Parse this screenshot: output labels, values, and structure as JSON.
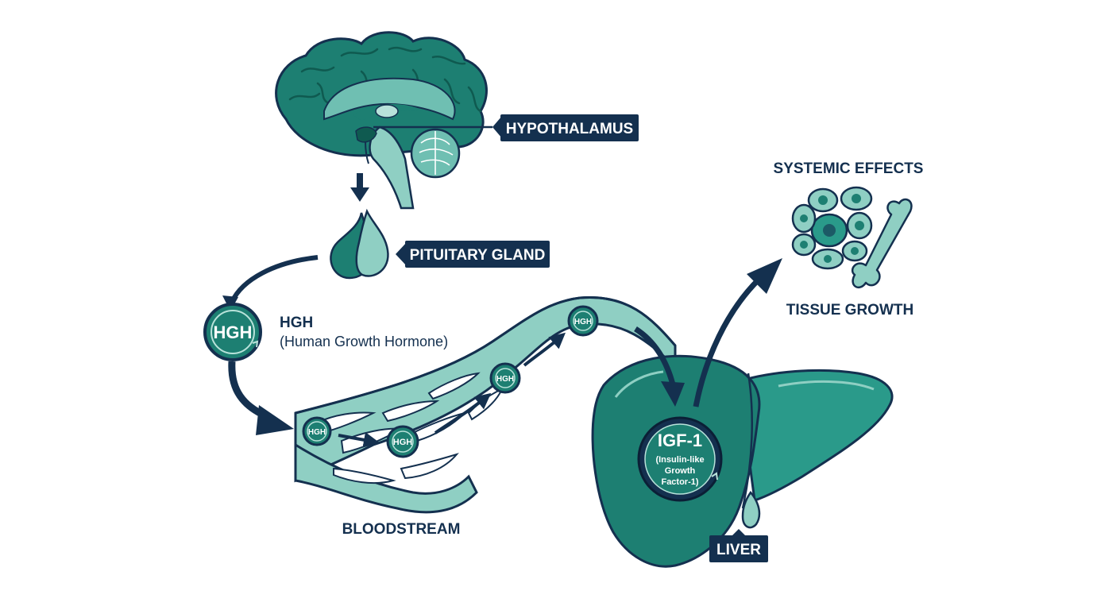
{
  "labels": {
    "hypothalamus": "HYPOTHALAMUS",
    "pituitary": "PITUITARY GLAND",
    "hgh_title": "HGH",
    "hgh_subtitle": "(Human Growth Hormone)",
    "bloodstream": "BLOODSTREAM",
    "liver": "LIVER",
    "systemic": "SYSTEMIC EFFECTS",
    "tissue": "TISSUE GROWTH"
  },
  "badges": {
    "hgh_main": "HGH",
    "hgh_small": "HGH",
    "igf_title": "IGF-1",
    "igf_line1": "(Insulin-like",
    "igf_line2": "Growth",
    "igf_line3": "Factor-1)"
  },
  "colors": {
    "navy": "#14304f",
    "teal_dark": "#1d7f72",
    "teal": "#2a9a8a",
    "teal_light": "#8fcfc3",
    "teal_pale": "#b8e2da",
    "white": "#ffffff"
  },
  "icons": {
    "brain": "brain-icon",
    "pituitary": "pituitary-gland-icon",
    "liver": "liver-icon",
    "cells": "cell-cluster-icon",
    "bone": "bone-icon"
  }
}
